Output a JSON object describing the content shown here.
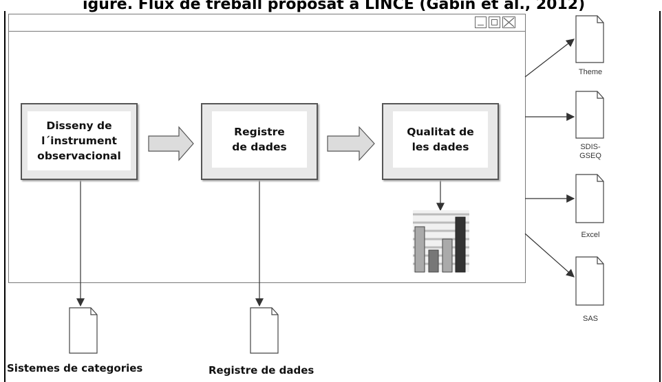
{
  "header": {
    "partial_title": "igure. Flux de treball proposat a LINCE (Gabín et al., 2012)"
  },
  "window": {
    "controls": [
      "minimize",
      "maximize",
      "close"
    ]
  },
  "steps": [
    {
      "label": "Disseny de\nl´instrument\nobservacional"
    },
    {
      "label": "Registre\nde dades"
    },
    {
      "label": "Qualitat de\nles dades"
    }
  ],
  "outputs": [
    {
      "label": "Theme"
    },
    {
      "label": "SDIS-\nGSEQ"
    },
    {
      "label": "Excel"
    },
    {
      "label": "SAS"
    }
  ],
  "bottom_files": [
    {
      "label": "Sistemes de categories"
    },
    {
      "label": "Registre de dades"
    }
  ],
  "colors": {
    "box_fill": "#e8e8e8",
    "box_border": "#555555",
    "arrow_fill": "#dcdcdc",
    "bar_fill": "#999999",
    "bar_dark": "#333333"
  },
  "icons": [
    "minimize-icon",
    "maximize-icon",
    "close-icon",
    "document-icon",
    "bar-chart-icon"
  ]
}
